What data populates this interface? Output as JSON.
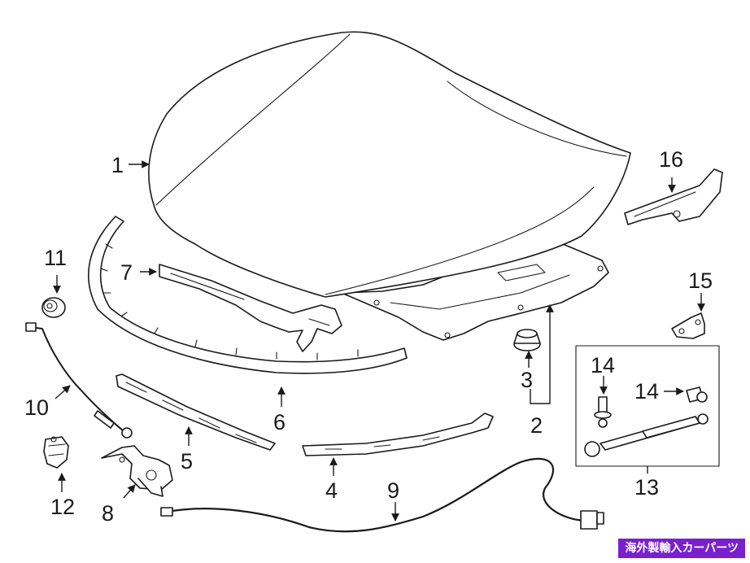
{
  "callouts": {
    "c1": "1",
    "c2": "2",
    "c3": "3",
    "c4": "4",
    "c5": "5",
    "c6": "6",
    "c7": "7",
    "c8": "8",
    "c9": "9",
    "c10": "10",
    "c11": "11",
    "c12": "12",
    "c13": "13",
    "c14a": "14",
    "c14b": "14",
    "c15": "15",
    "c16": "16"
  },
  "watermark": "海外製輸入カーパーツ",
  "colors": {
    "line": "#1a1a1a",
    "background": "#ffffff",
    "watermark_bg": "#7a1fd0"
  }
}
